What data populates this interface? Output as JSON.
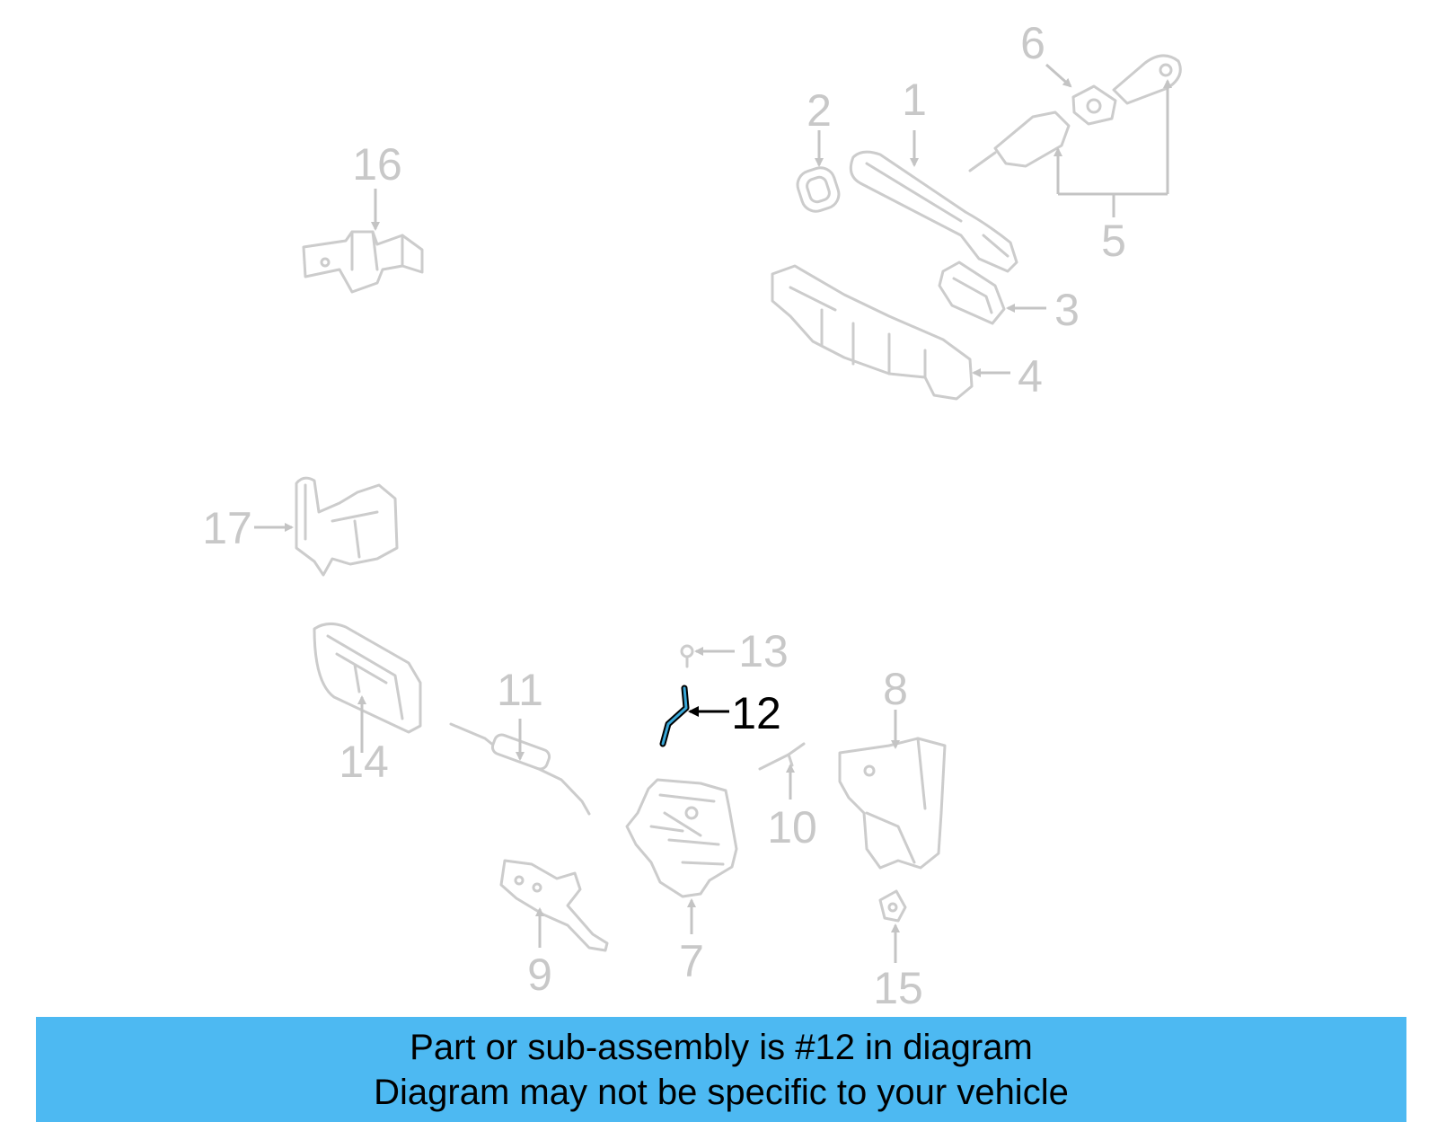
{
  "diagram": {
    "callouts": [
      {
        "id": "1",
        "label": "1"
      },
      {
        "id": "2",
        "label": "2"
      },
      {
        "id": "3",
        "label": "3"
      },
      {
        "id": "4",
        "label": "4"
      },
      {
        "id": "5",
        "label": "5"
      },
      {
        "id": "6",
        "label": "6"
      },
      {
        "id": "7",
        "label": "7"
      },
      {
        "id": "8",
        "label": "8"
      },
      {
        "id": "9",
        "label": "9"
      },
      {
        "id": "10",
        "label": "10"
      },
      {
        "id": "11",
        "label": "11"
      },
      {
        "id": "12",
        "label": "12"
      },
      {
        "id": "13",
        "label": "13"
      },
      {
        "id": "14",
        "label": "14"
      },
      {
        "id": "15",
        "label": "15"
      },
      {
        "id": "16",
        "label": "16"
      },
      {
        "id": "17",
        "label": "17"
      }
    ],
    "highlighted_part": "12",
    "colors": {
      "ghost": "#cccccc",
      "active": "#000000",
      "highlight": "#3aa8d8",
      "banner": "#4db9f2"
    }
  },
  "banner": {
    "line1": "Part or sub-assembly is #12 in diagram",
    "line2": "Diagram may not be specific to your vehicle"
  }
}
